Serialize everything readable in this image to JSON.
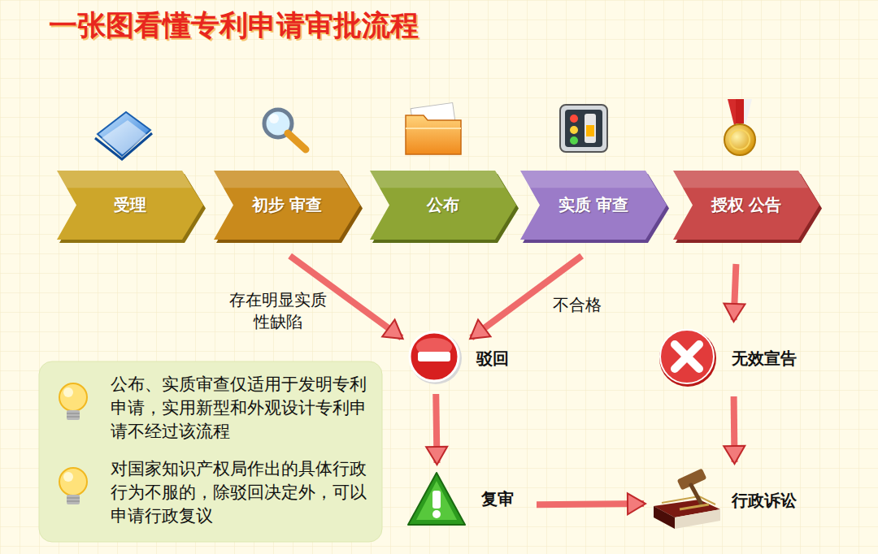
{
  "diagram": {
    "title": "一张图看懂专利申请审批流程",
    "nodes": [
      {
        "text": [
          "受理"
        ]
      },
      {
        "text": [
          "初步 审查"
        ]
      },
      {
        "text": [
          "公布"
        ]
      },
      {
        "text": [
          "实质 审查"
        ]
      },
      {
        "text": [
          "授权 公告"
        ]
      },
      {
        "text": [
          "驳回"
        ]
      },
      {
        "text": [
          "无效宣告"
        ]
      },
      {
        "text": [
          "复审"
        ]
      },
      {
        "text": [
          "行政诉讼"
        ]
      },
      {
        "text": [
          "公布、实质审查仅适用于发明专利申请，实用新型和外观设计专利申请不经过该流程",
          "对国家知识产权局作出的具体行政行为不服的，除驳回决定外，可以申请行政复议"
        ]
      }
    ],
    "edges": [
      {
        "from": 1,
        "to": 5,
        "label": "存在明显实质性缺陷",
        "arrow": "to"
      },
      {
        "from": 3,
        "to": 5,
        "label": "不合格",
        "arrow": "to"
      },
      {
        "from": 4,
        "to": 6,
        "arrow": "to"
      },
      {
        "from": 5,
        "to": 7,
        "arrow": "to"
      },
      {
        "from": 7,
        "to": 8,
        "arrow": "to"
      },
      {
        "from": 6,
        "to": 8,
        "arrow": "to"
      }
    ]
  }
}
